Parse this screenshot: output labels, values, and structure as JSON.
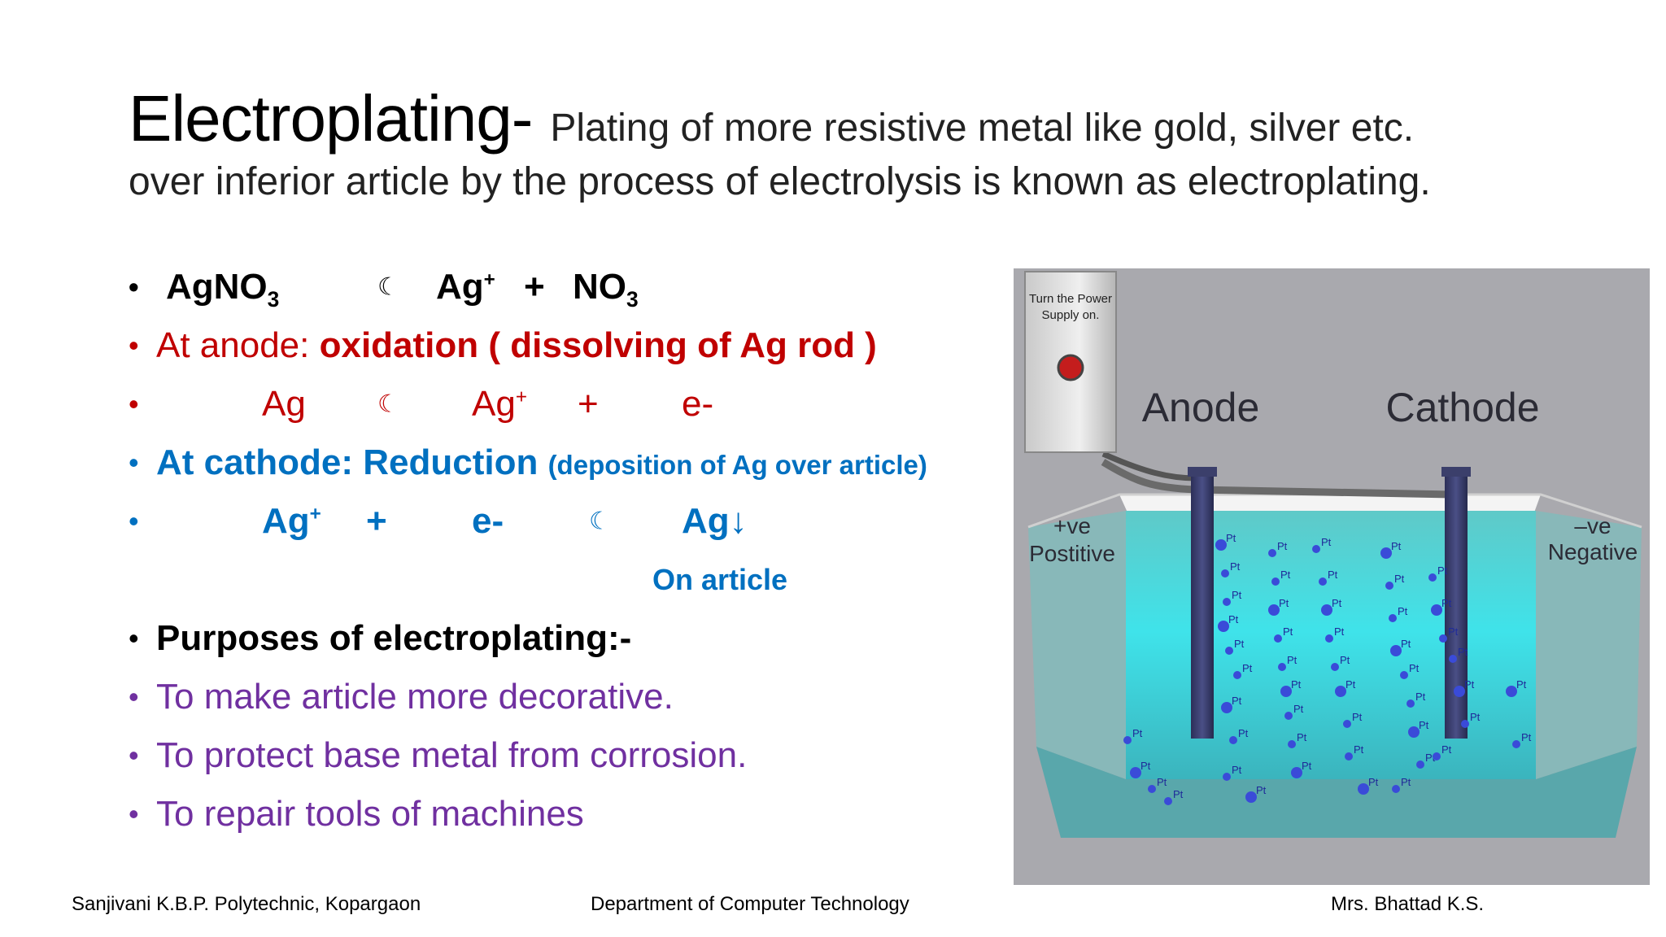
{
  "title": {
    "main": "Electroplating-",
    "sub": "Plating of more resistive metal like gold, silver etc.",
    "line2": "over inferior article by the process of electrolysis is known as electroplating."
  },
  "reaction1": {
    "reactant": "AgNO",
    "reactant_sub": "3",
    "arrow": "☾",
    "p1": "Ag",
    "p1_sup": "+",
    "plus": "+",
    "p2": "NO",
    "p2_sub": "3"
  },
  "anode": {
    "label": "At anode: ",
    "emphasis": "oxidation ( dissolving of Ag rod )"
  },
  "reaction2": {
    "reactant": "Ag",
    "arrow": "☾",
    "p1": "Ag",
    "p1_sup": "+",
    "plus": "+",
    "p2": "e-"
  },
  "cathode": {
    "label": "At cathode: Reduction ",
    "note": "(deposition of Ag over article)"
  },
  "reaction3": {
    "r1": "Ag",
    "r1_sup": "+",
    "plus": "+",
    "r2": "e-",
    "arrow": "☾",
    "product": "Ag↓"
  },
  "on_article": "On article",
  "purposes": {
    "heading": "Purposes of electroplating:-",
    "items": [
      "To make article more decorative.",
      "To protect base metal from corrosion.",
      "To repair tools of machines"
    ]
  },
  "figure": {
    "power_label_1": "Turn the Power",
    "power_label_2": "Supply on.",
    "anode": "Anode",
    "cathode": "Cathode",
    "left_1": "+ve",
    "left_2": "Postitive",
    "right_1": "–ve",
    "right_2": "Negative",
    "ion": "Pt"
  },
  "footer": {
    "left": "Sanjivani K.B.P. Polytechnic, Kopargaon",
    "center": "Department of Computer Technology",
    "right": "Mrs. Bhattad K.S."
  },
  "colors": {
    "red": "#c00000",
    "blue": "#0070c0",
    "purple": "#7030a0"
  }
}
